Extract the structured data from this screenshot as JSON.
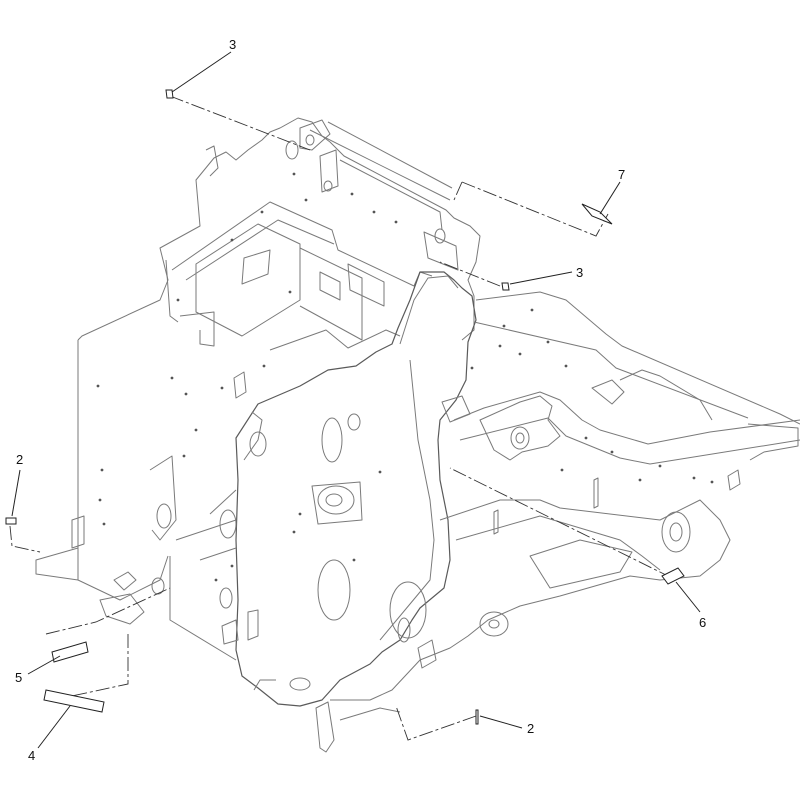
{
  "callouts": [
    {
      "id": "callout-3-top",
      "text": "3"
    },
    {
      "id": "callout-7",
      "text": "7"
    },
    {
      "id": "callout-3-right",
      "text": "3"
    },
    {
      "id": "callout-2-left",
      "text": "2"
    },
    {
      "id": "callout-6",
      "text": "6"
    },
    {
      "id": "callout-5",
      "text": "5"
    },
    {
      "id": "callout-4",
      "text": "4"
    },
    {
      "id": "callout-2-bottom",
      "text": "2"
    }
  ],
  "colors": {
    "line": "#7a7a7a",
    "leader": "#222222",
    "background": "#ffffff"
  }
}
